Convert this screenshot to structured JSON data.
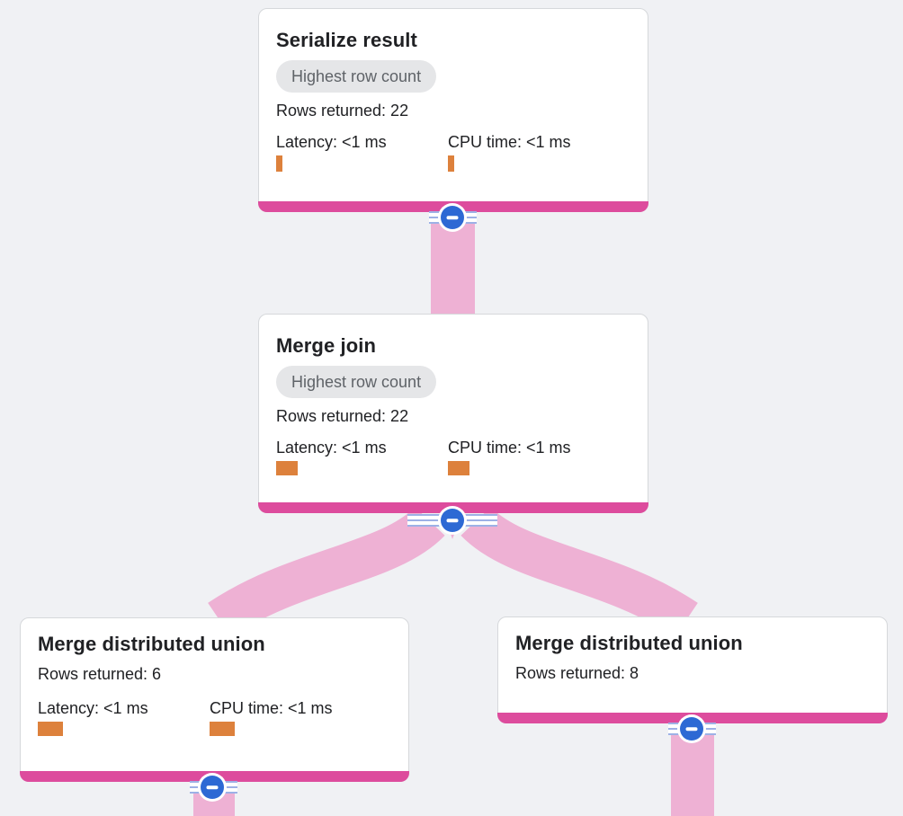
{
  "diagram_type": "query-execution-plan-tree",
  "nodes": [
    {
      "id": "serialize-result",
      "title": "Serialize result",
      "badge": "Highest row count",
      "rows_returned": "Rows returned: 22",
      "latency": "Latency: <1 ms",
      "cpu_time": "CPU time: <1 ms"
    },
    {
      "id": "merge-join",
      "title": "Merge join",
      "badge": "Highest row count",
      "rows_returned": "Rows returned: 22",
      "latency": "Latency: <1 ms",
      "cpu_time": "CPU time: <1 ms"
    },
    {
      "id": "merge-distributed-union-left",
      "title": "Merge distributed union",
      "rows_returned": "Rows returned: 6",
      "latency": "Latency: <1 ms",
      "cpu_time": "CPU time: <1 ms"
    },
    {
      "id": "merge-distributed-union-right",
      "title": "Merge distributed union",
      "rows_returned": "Rows returned: 8"
    }
  ],
  "edges": [
    {
      "from": "merge-join",
      "to": "serialize-result"
    },
    {
      "from": "merge-distributed-union-left",
      "to": "merge-join"
    },
    {
      "from": "merge-distributed-union-right",
      "to": "merge-join"
    },
    {
      "from": "offscreen-child-left",
      "to": "merge-distributed-union-left"
    },
    {
      "from": "offscreen-child-right",
      "to": "merge-distributed-union-right"
    }
  ],
  "icons": {
    "collapse": "minus-icon"
  },
  "colors": {
    "background": "#f0f1f4",
    "card_background": "#ffffff",
    "card_border": "#d6d8db",
    "card_bottom_bar": "#dd4c9d",
    "edge_ribbon": "#eeb1d4",
    "collapse_button": "#2d69d4",
    "metric_bar": "#dd813c",
    "badge_background": "#e5e6e8",
    "badge_text": "#5f6368",
    "text": "#202124",
    "band_stripe": "#9db1e6"
  }
}
